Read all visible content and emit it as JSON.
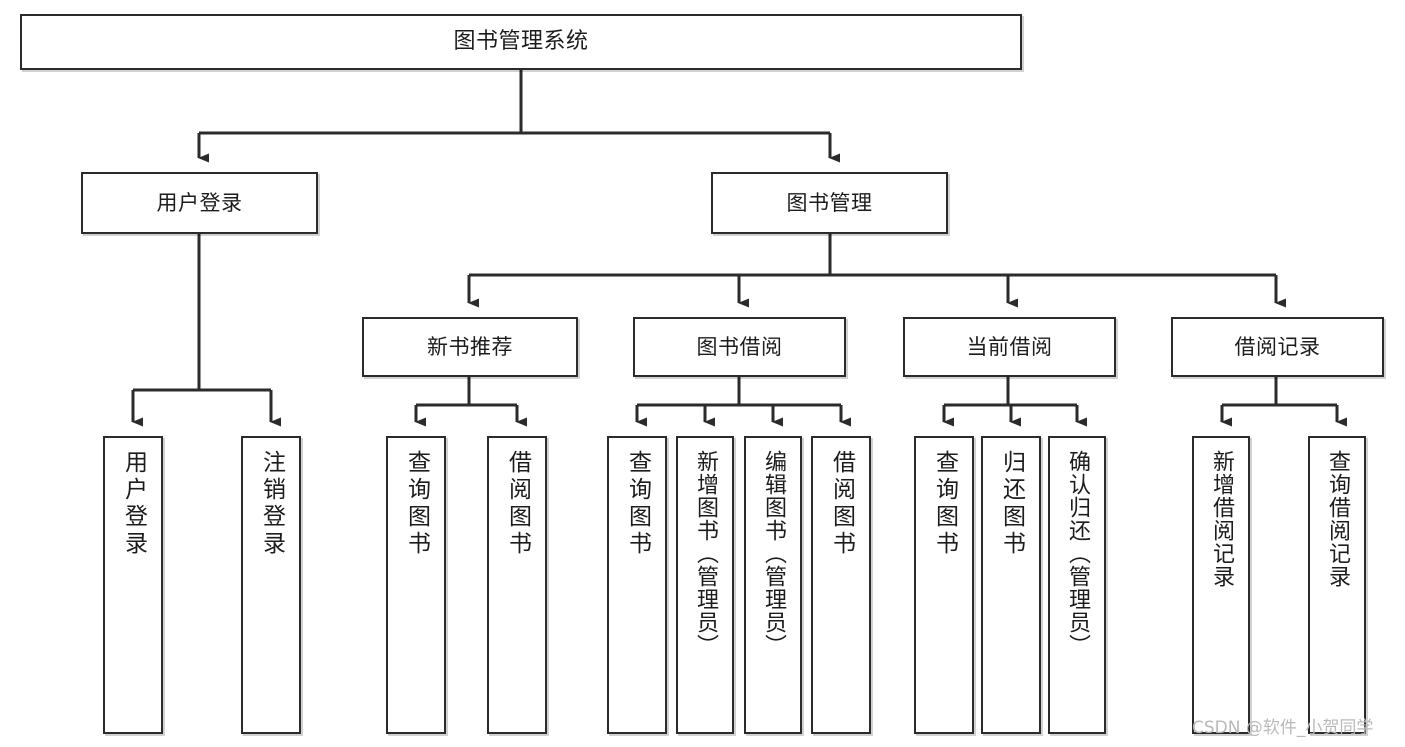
{
  "diagram": {
    "title": "图书管理系统",
    "type": "tree",
    "colors": {
      "box_border": "#2b2b2b",
      "box_fill": "#ffffff",
      "text": "#1c1c1c",
      "connector": "#2b2b2b",
      "watermark": "#b9b9b9",
      "background": "#ffffff"
    },
    "nodes": {
      "root": {
        "label": "图书管理系统"
      },
      "level2": [
        {
          "label": "用户登录"
        },
        {
          "label": "图书管理"
        }
      ],
      "level3": [
        {
          "label": "新书推荐"
        },
        {
          "label": "图书借阅"
        },
        {
          "label": "当前借阅"
        },
        {
          "label": "借阅记录"
        }
      ],
      "leaves": {
        "user_login": [
          {
            "label": "用户登录"
          },
          {
            "label": "注销登录"
          }
        ],
        "new_book_recommend": [
          {
            "label": "查询图书"
          },
          {
            "label": "借阅图书"
          }
        ],
        "book_borrow": [
          {
            "label": "查询图书"
          },
          {
            "label": "新增图书（管理员）"
          },
          {
            "label": "编辑图书（管理员）"
          },
          {
            "label": "借阅图书"
          }
        ],
        "current_borrow": [
          {
            "label": "查询图书"
          },
          {
            "label": "归还图书"
          },
          {
            "label": "确认归还（管理员）"
          }
        ],
        "borrow_record": [
          {
            "label": "新增借阅记录"
          },
          {
            "label": "查询借阅记录"
          }
        ]
      }
    },
    "watermark": "CSDN @软件_小贺同学"
  }
}
